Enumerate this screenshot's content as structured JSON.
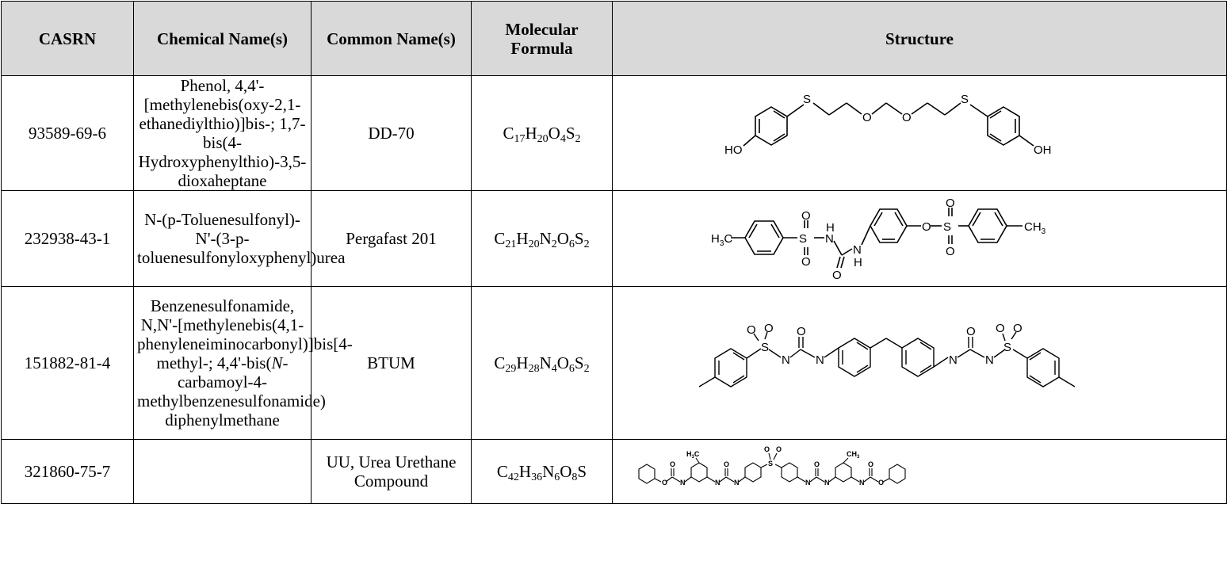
{
  "table": {
    "headers": {
      "casrn": "CASRN",
      "chemical_names": "Chemical Name(s)",
      "common_names": "Common Name(s)",
      "molecular_formula": "Molecular Formula",
      "structure": "Structure"
    },
    "rows": [
      {
        "casrn": "93589-69-6",
        "chemical_names": "Phenol, 4,4'-[methylenebis(oxy-2,1-ethanediylthio)]bis-; 1,7-bis(4-Hydroxyphenylthio)-3,5-dioxaheptane",
        "common_names": "DD-70",
        "formula": [
          {
            "el": "C",
            "n": "17"
          },
          {
            "el": "H",
            "n": "20"
          },
          {
            "el": "O",
            "n": "4"
          },
          {
            "el": "S",
            "n": "2"
          }
        ],
        "structure_labels": {
          "ho": "HO",
          "oh": "OH",
          "s": "S",
          "o": "O"
        }
      },
      {
        "casrn": "232938-43-1",
        "chemical_names": "N-(p-Toluenesulfonyl)-N'-(3-p-toluenesulfonyloxyphenyl)urea",
        "common_names": "Pergafast 201",
        "formula": [
          {
            "el": "C",
            "n": "21"
          },
          {
            "el": "H",
            "n": "20"
          },
          {
            "el": "N",
            "n": "2"
          },
          {
            "el": "O",
            "n": "6"
          },
          {
            "el": "S",
            "n": "2"
          }
        ],
        "structure_labels": {
          "h3c": "H3C",
          "ch3": "CH3",
          "s": "S",
          "o": "O",
          "h": "H",
          "n": "N"
        }
      },
      {
        "casrn": "151882-81-4",
        "chemical_names_prefix": "Benzenesulfonamide, N,N'-[methylenebis(4,1-phenyleneiminocarbonyl)]bis[4-methyl-; 4,4'-bis(",
        "chemical_names_italic": "N",
        "chemical_names_suffix": "-carbamoyl-4-methylbenzenesulfonamide) diphenylmethane",
        "common_names": "BTUM",
        "formula": [
          {
            "el": "C",
            "n": "29"
          },
          {
            "el": "H",
            "n": "28"
          },
          {
            "el": "N",
            "n": "4"
          },
          {
            "el": "O",
            "n": "6"
          },
          {
            "el": "S",
            "n": "2"
          }
        ],
        "structure_labels": {
          "s": "S",
          "o": "O",
          "n": "N"
        }
      },
      {
        "casrn": "321860-75-7",
        "chemical_names": "",
        "common_names": "UU, Urea Urethane Compound",
        "formula": [
          {
            "el": "C",
            "n": "42"
          },
          {
            "el": "H",
            "n": "36"
          },
          {
            "el": "N",
            "n": "6"
          },
          {
            "el": "O",
            "n": "8"
          },
          {
            "el": "S",
            "n": ""
          }
        ],
        "structure_labels": {
          "h3c": "H3C",
          "ch3": "CH3",
          "s": "S",
          "o": "O",
          "n": "N"
        }
      }
    ]
  }
}
